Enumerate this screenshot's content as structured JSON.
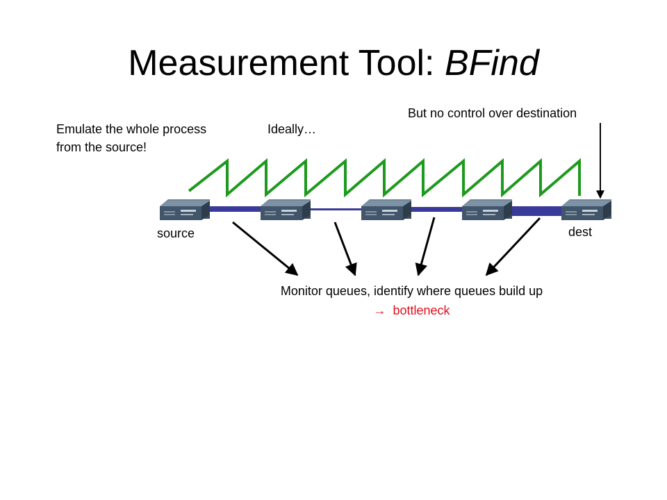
{
  "slide": {
    "title_prefix": "Measurement Tool: ",
    "title_emphasis": "BFind",
    "emulate_line1": "Emulate the whole process",
    "emulate_line2": "from the source!",
    "ideally": "Ideally…",
    "no_control": "But no control over destination",
    "source_label": "source",
    "dest_label": "dest",
    "monitor_text": "Monitor queues, identify where queues build up",
    "bottleneck_arrow": "→",
    "bottleneck_text": "bottleneck"
  },
  "colors": {
    "sawtooth": "#1d9a1d",
    "link": "#3a3a9a",
    "router_top": "#5a6f80",
    "router_front": "#3b4d5c",
    "bottleneck": "#e0101e",
    "arrows": "#000000"
  },
  "icons": {
    "router": "router-icon",
    "arrow": "arrow-icon"
  }
}
